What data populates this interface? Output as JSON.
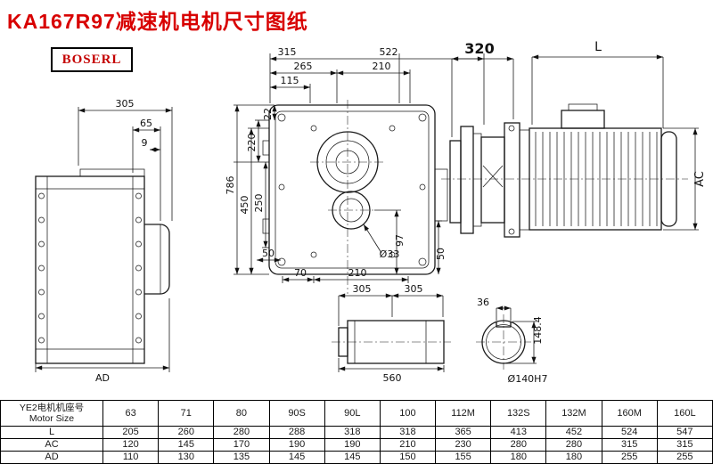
{
  "title": "KA167R97减速机电机尺寸图纸",
  "brand": "BOSERL",
  "colors": {
    "title": "#d80000",
    "brand": "#c40000",
    "ink": "#1a1a1a"
  },
  "dims": {
    "top_315": "315",
    "top_522": "522",
    "top_265": "265",
    "top_210": "210",
    "top_115": "115",
    "motor_320": "320",
    "motor_l": "L",
    "motor_ac": "AC",
    "side_305": "305",
    "side_65": "65",
    "side_9": "9",
    "side_ad": "AD",
    "front_22": "22",
    "front_220": "220",
    "front_250": "250",
    "front_450": "450",
    "front_786": "786",
    "front_97": "97",
    "front_50_left": "50",
    "front_70": "70",
    "front_210": "210",
    "front_d33": "Ø33",
    "front_50_right": "50",
    "shaft_305_a": "305",
    "shaft_305_b": "305",
    "shaft_560": "560",
    "end_36": "36",
    "end_148_4": "148.4",
    "end_d140h7": "Ø140H7"
  },
  "table": {
    "header_cn": "YE2电机机座号",
    "header_en": "Motor Size",
    "columns": [
      "63",
      "71",
      "80",
      "90S",
      "90L",
      "100",
      "112M",
      "132S",
      "132M",
      "160M",
      "160L"
    ],
    "rows": [
      {
        "label": "L",
        "values": [
          "205",
          "260",
          "280",
          "288",
          "318",
          "318",
          "365",
          "413",
          "452",
          "524",
          "547"
        ]
      },
      {
        "label": "AC",
        "values": [
          "120",
          "145",
          "170",
          "190",
          "190",
          "210",
          "230",
          "280",
          "280",
          "315",
          "315"
        ]
      },
      {
        "label": "AD",
        "values": [
          "110",
          "130",
          "135",
          "145",
          "145",
          "150",
          "155",
          "180",
          "180",
          "255",
          "255"
        ]
      }
    ]
  }
}
